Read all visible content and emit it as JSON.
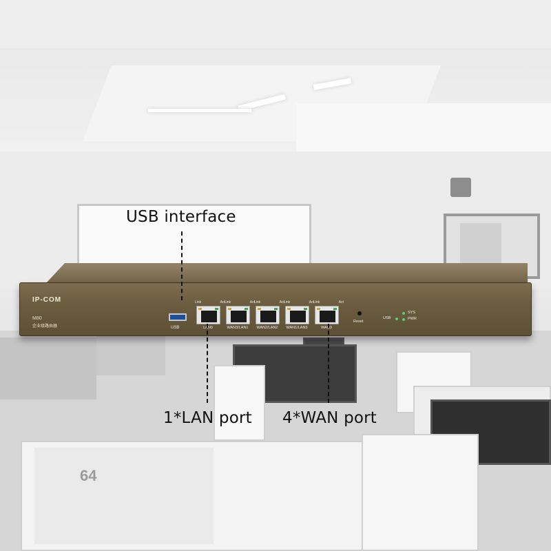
{
  "callouts": {
    "usb": "USB interface",
    "lan": "1*LAN port",
    "wan": "4*WAN port"
  },
  "device": {
    "brand": "IP-COM",
    "model": "M80",
    "model_sub": "企业级路由器",
    "usb_label": "USB",
    "link_label": "Link",
    "act_label": "Act",
    "ports": [
      "LAN0",
      "WAN3/LAN1",
      "WAN2/LAN2",
      "WAN1/LAN3",
      "WAN0"
    ],
    "reset_label": "Reset",
    "usb_led_label": "USB",
    "sys_label": "SYS",
    "pwr_label": "PWR"
  },
  "background": {
    "desk_number": "64"
  },
  "colors": {
    "chassis": "#6c5d40",
    "usb_port": "#1c4f9c",
    "led_green": "#5fcf6a"
  }
}
